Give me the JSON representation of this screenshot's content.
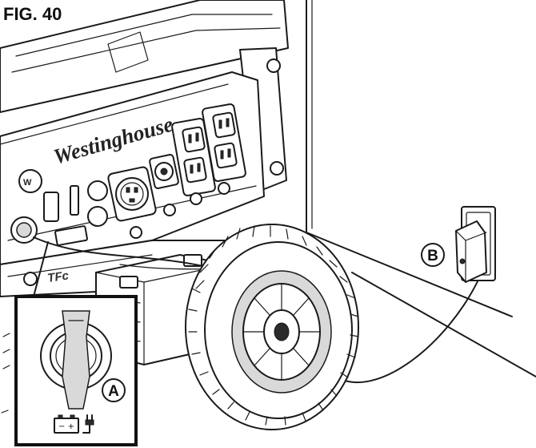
{
  "figure": {
    "title": "FIG. 40"
  },
  "generator": {
    "brand": "Westinghouse",
    "model_mark": "TFc"
  },
  "callouts": {
    "a_letter": "A",
    "b_letter": "B"
  },
  "inset": {
    "battery_symbol": "− +",
    "icon": "battery-plug-icon"
  },
  "icons": {
    "battery_charger": "wall-plug-charger-icon",
    "wheel": "wheel-icon"
  }
}
